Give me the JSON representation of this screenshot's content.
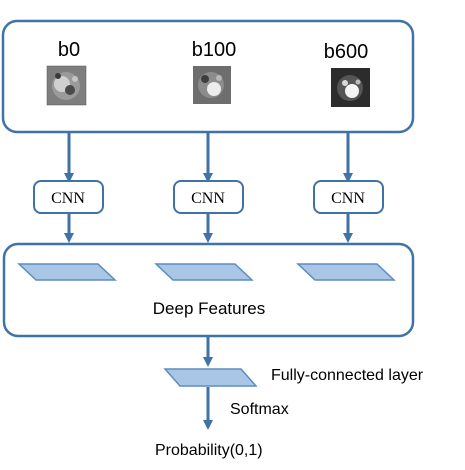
{
  "images": [
    {
      "label": "b0",
      "tone": "#8a8a8a",
      "core": "#d6d6d6",
      "dark": "#3c3c3c"
    },
    {
      "label": "b100",
      "tone": "#7a7a7a",
      "core": "#e4e4e4",
      "dark": "#383838"
    },
    {
      "label": "b600",
      "tone": "#2e2e2e",
      "core": "#f2f2f2",
      "dark": "#151515"
    }
  ],
  "cnn_label": "CNN",
  "features_label": "Deep Features",
  "fc_label": "Fully-connected layer",
  "softmax_label": "Softmax",
  "output_label": "Probability(0,1)",
  "colors": {
    "box_stroke": "#3f72a6",
    "arrow": "#3f72a6",
    "feature_fill": "#a9c6e6",
    "feature_stroke": "#5d8cbf",
    "cnn_stroke": "#3f72a6"
  }
}
